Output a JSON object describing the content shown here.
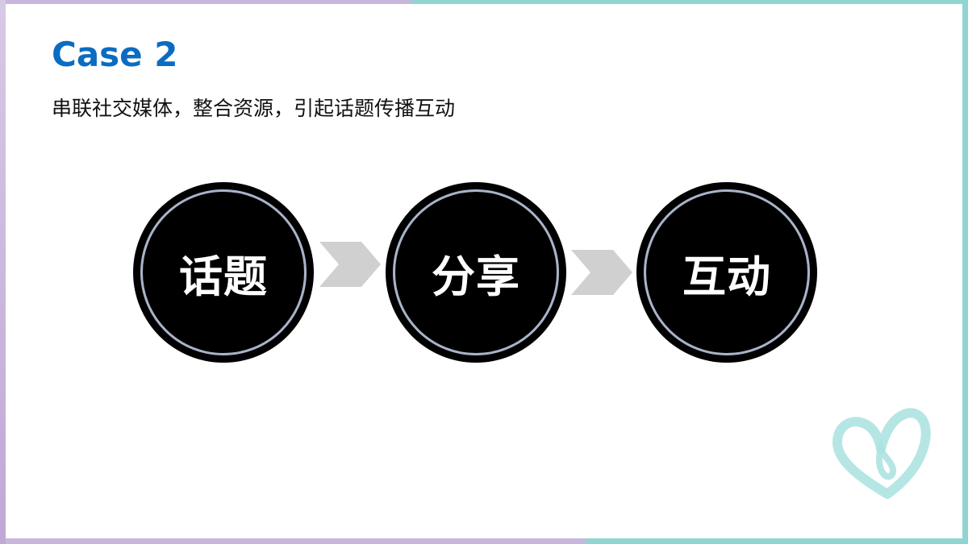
{
  "slide": {
    "title": "Case 2",
    "subtitle": "串联社交媒体，整合资源，引起话题传播互动"
  },
  "flow": {
    "steps": [
      {
        "label": "话题"
      },
      {
        "label": "分享"
      },
      {
        "label": "互动"
      }
    ]
  },
  "colors": {
    "title": "#0a6cc2",
    "circle_fill": "#000000",
    "circle_ring": "#a9b4c9",
    "arrow": "#d0d0d0",
    "border_purple": "#c9b6dc",
    "border_teal": "#8fd6d3",
    "heart": "#a8e2df"
  },
  "icons": [
    "chevron-arrow-icon",
    "heart-icon"
  ]
}
